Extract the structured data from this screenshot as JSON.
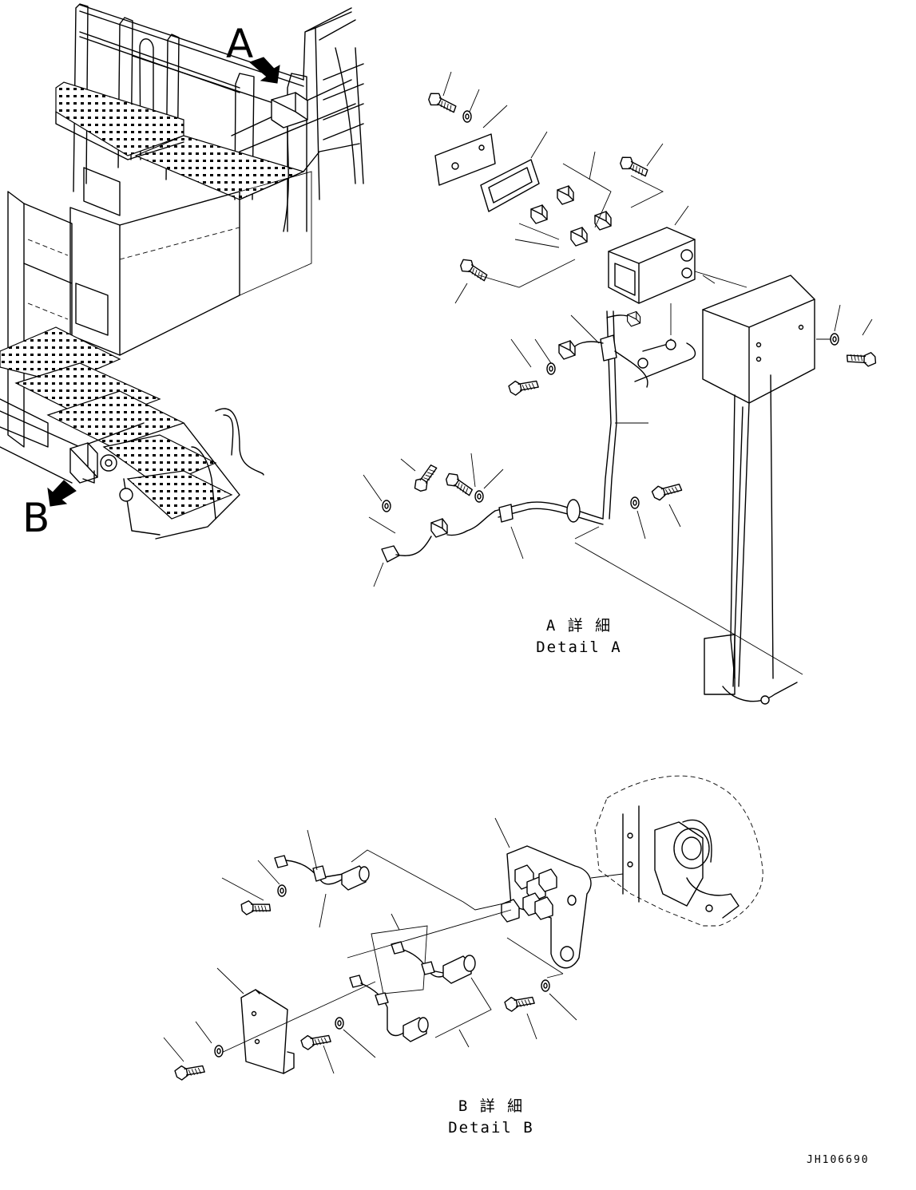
{
  "overview": {
    "arrow_labels": [
      "A",
      "B"
    ]
  },
  "detail_a": {
    "caption_jp": "A 詳 細",
    "caption_en": "Detail A"
  },
  "detail_b": {
    "caption_jp": "B 詳 細",
    "caption_en": "Detail B"
  },
  "drawing_number": "JH106690",
  "colors": {
    "line": "#000000",
    "background": "#ffffff"
  }
}
